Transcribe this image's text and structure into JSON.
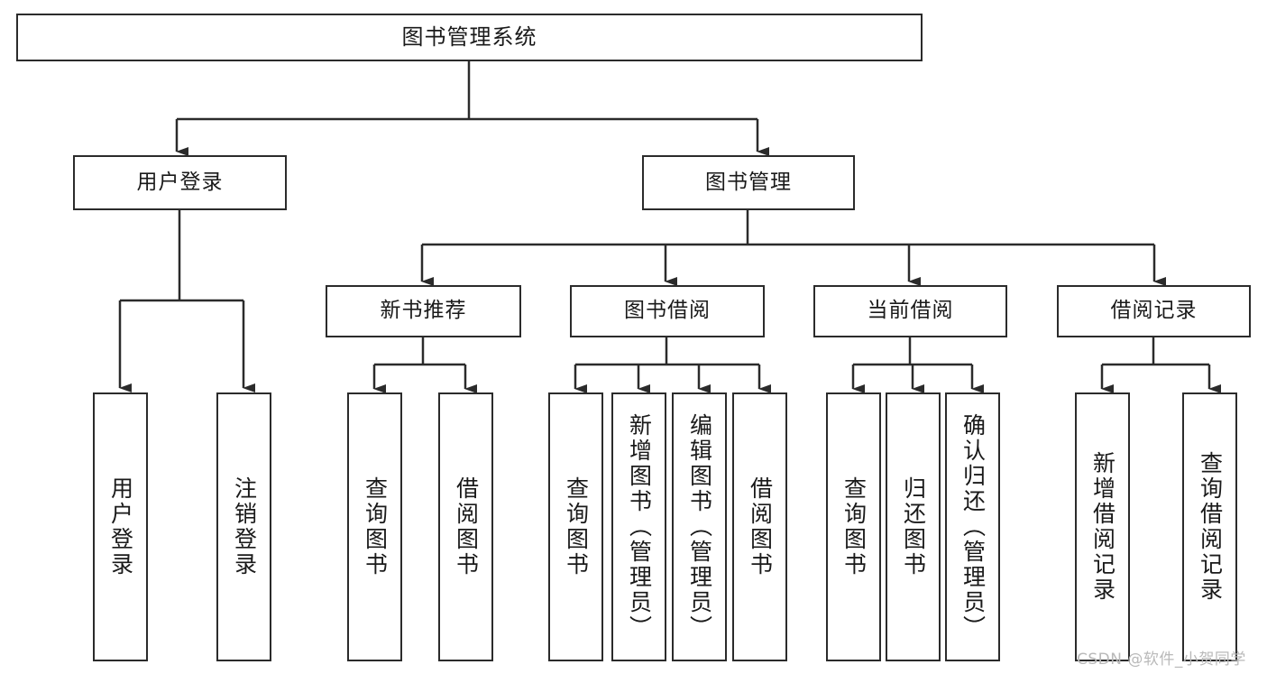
{
  "diagram": {
    "type": "tree-hierarchy",
    "title": "图书管理系统",
    "theme": {
      "background": "#ffffff",
      "stroke": "#2b2b2b",
      "text": "#1a1a1a",
      "watermark": "#b9b9b9"
    },
    "nodes": {
      "root": {
        "label": "图书管理系统",
        "orientation": "horizontal",
        "level": 0
      },
      "l1": [
        {
          "label": "用户登录",
          "orientation": "horizontal",
          "level": 1
        },
        {
          "label": "图书管理",
          "orientation": "horizontal",
          "level": 1
        }
      ],
      "l2": [
        {
          "label": "新书推荐",
          "orientation": "horizontal",
          "level": 2
        },
        {
          "label": "图书借阅",
          "orientation": "horizontal",
          "level": 2
        },
        {
          "label": "当前借阅",
          "orientation": "horizontal",
          "level": 2
        },
        {
          "label": "借阅记录",
          "orientation": "horizontal",
          "level": 2
        }
      ],
      "leaves": {
        "user_login": [
          {
            "label": "用户登录",
            "orientation": "vertical"
          },
          {
            "label": "注销登录",
            "orientation": "vertical"
          }
        ],
        "new_book": [
          {
            "label": "查询图书",
            "orientation": "vertical"
          },
          {
            "label": "借阅图书",
            "orientation": "vertical"
          }
        ],
        "book_borrow": [
          {
            "label": "查询图书",
            "orientation": "vertical"
          },
          {
            "label": "新增图书（管理员）",
            "orientation": "vertical"
          },
          {
            "label": "编辑图书（管理员）",
            "orientation": "vertical"
          },
          {
            "label": "借阅图书",
            "orientation": "vertical"
          }
        ],
        "current_borrow": [
          {
            "label": "查询图书",
            "orientation": "vertical"
          },
          {
            "label": "归还图书",
            "orientation": "vertical"
          },
          {
            "label": "确认归还（管理员）",
            "orientation": "vertical"
          }
        ],
        "borrow_record": [
          {
            "label": "新增借阅记录",
            "orientation": "vertical"
          },
          {
            "label": "查询借阅记录",
            "orientation": "vertical"
          }
        ]
      }
    },
    "watermark": "CSDN @软件_小贺同学"
  }
}
